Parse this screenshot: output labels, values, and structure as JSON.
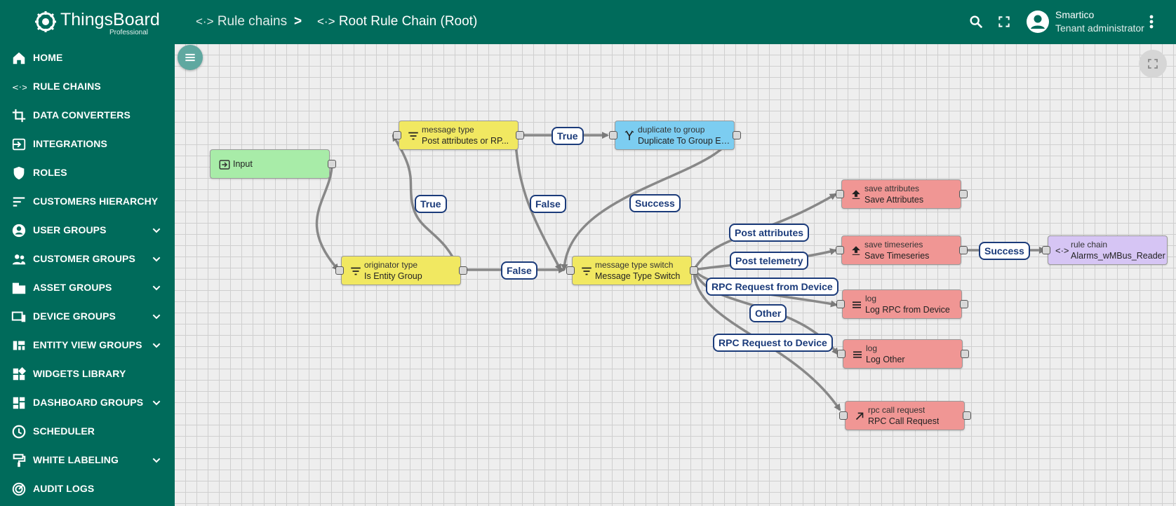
{
  "app": {
    "brand": "ThingsBoard",
    "edition": "Professional"
  },
  "sidebar": {
    "items": [
      {
        "label": "HOME",
        "icon": "home-icon",
        "expandable": false
      },
      {
        "label": "RULE CHAINS",
        "icon": "rule-chain-icon",
        "expandable": false
      },
      {
        "label": "DATA CONVERTERS",
        "icon": "crop-icon",
        "expandable": false
      },
      {
        "label": "INTEGRATIONS",
        "icon": "input-icon",
        "expandable": false
      },
      {
        "label": "ROLES",
        "icon": "security-icon",
        "expandable": false
      },
      {
        "label": "CUSTOMERS HIERARCHY",
        "icon": "sort-icon",
        "expandable": false
      },
      {
        "label": "USER GROUPS",
        "icon": "account-circle-icon",
        "expandable": true
      },
      {
        "label": "CUSTOMER GROUPS",
        "icon": "supervisor-icon",
        "expandable": true
      },
      {
        "label": "ASSET GROUPS",
        "icon": "domain-icon",
        "expandable": true
      },
      {
        "label": "DEVICE GROUPS",
        "icon": "devices-icon",
        "expandable": true
      },
      {
        "label": "ENTITY VIEW GROUPS",
        "icon": "view-quilt-icon",
        "expandable": true
      },
      {
        "label": "WIDGETS LIBRARY",
        "icon": "widgets-icon",
        "expandable": false
      },
      {
        "label": "DASHBOARD GROUPS",
        "icon": "dashboard-icon",
        "expandable": true
      },
      {
        "label": "SCHEDULER",
        "icon": "clock-icon",
        "expandable": false
      },
      {
        "label": "WHITE LABELING",
        "icon": "format-paint-icon",
        "expandable": true
      },
      {
        "label": "AUDIT LOGS",
        "icon": "track-changes-icon",
        "expandable": false
      }
    ]
  },
  "topbar": {
    "breadcrumb": [
      {
        "label": "Rule chains",
        "icon": "rule-chain-icon"
      },
      {
        "label": "Root Rule Chain (Root)",
        "icon": "rule-chain-icon"
      }
    ],
    "separator": ">",
    "user": {
      "name": "Smartico",
      "role": "Tenant administrator"
    }
  },
  "canvas": {
    "nodes": [
      {
        "id": "input",
        "type": "",
        "name": "Input",
        "color": "#a8eca8",
        "icon": "input-icon"
      },
      {
        "id": "msgtype",
        "type": "message type",
        "name": "Post attributes or RP...",
        "color": "#f1e861",
        "icon": "filter-icon"
      },
      {
        "id": "dup",
        "type": "duplicate to group",
        "name": "Duplicate To Group En...",
        "color": "#7ccdf1",
        "icon": "call-split-icon"
      },
      {
        "id": "orig",
        "type": "originator type",
        "name": "Is Entity Group",
        "color": "#f1e861",
        "icon": "filter-icon"
      },
      {
        "id": "switch",
        "type": "message type switch",
        "name": "Message Type Switch",
        "color": "#f1e861",
        "icon": "filter-icon"
      },
      {
        "id": "saveattr",
        "type": "save attributes",
        "name": "Save Attributes",
        "color": "#f09694",
        "icon": "upload-icon"
      },
      {
        "id": "savets",
        "type": "save timeseries",
        "name": "Save Timeseries",
        "color": "#f09694",
        "icon": "upload-icon"
      },
      {
        "id": "rulechain",
        "type": "rule chain",
        "name": "Alarms_wMBus_Reader",
        "color": "#d6c5f4",
        "icon": "rule-chain-icon"
      },
      {
        "id": "logrpc",
        "type": "log",
        "name": "Log RPC from Device",
        "color": "#f09694",
        "icon": "menu-icon"
      },
      {
        "id": "logother",
        "type": "log",
        "name": "Log Other",
        "color": "#f09694",
        "icon": "menu-icon"
      },
      {
        "id": "rpccall",
        "type": "rpc call request",
        "name": "RPC Call Request",
        "color": "#f09694",
        "icon": "call-made-icon"
      }
    ],
    "edges": [
      {
        "label": "True"
      },
      {
        "label": "True"
      },
      {
        "label": "False"
      },
      {
        "label": "False"
      },
      {
        "label": "Success"
      },
      {
        "label": "Post attributes"
      },
      {
        "label": "Post telemetry"
      },
      {
        "label": "Success"
      },
      {
        "label": "RPC Request from Device"
      },
      {
        "label": "Other"
      },
      {
        "label": "RPC Request to Device"
      }
    ]
  }
}
